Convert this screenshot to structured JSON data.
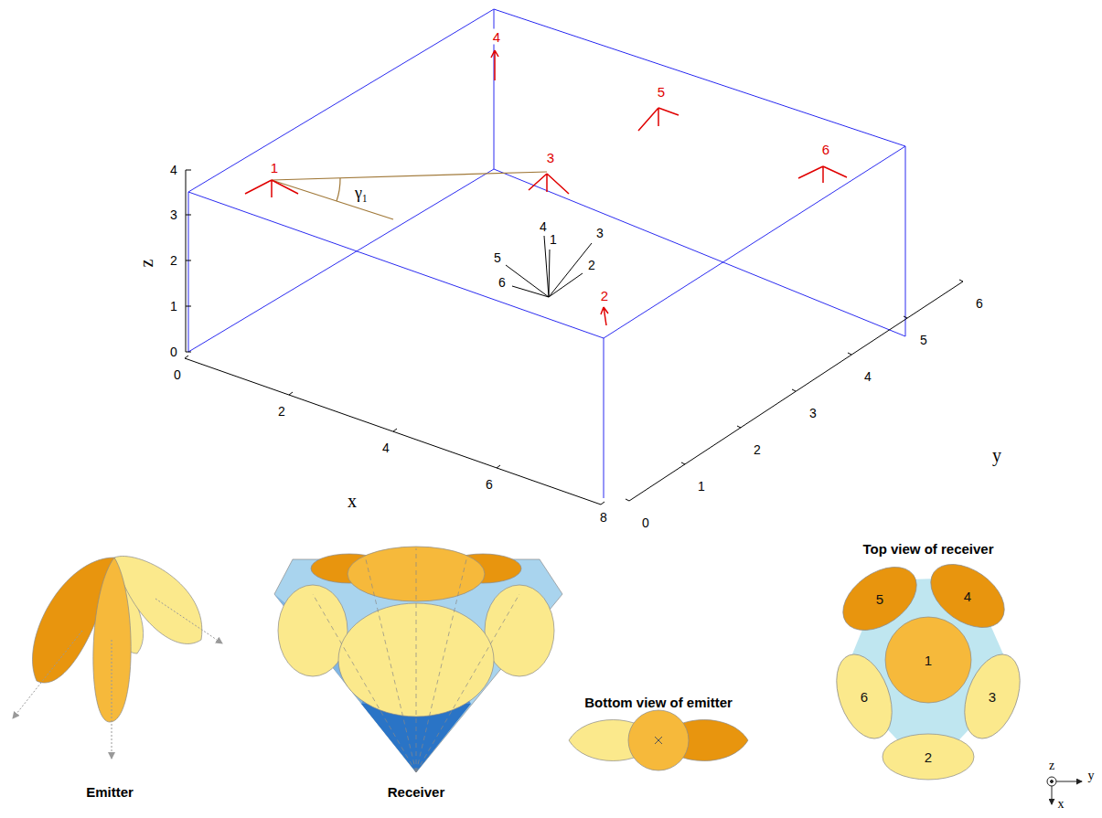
{
  "diagram": {
    "nodes": [
      {
        "text": [
          "5"
        ]
      },
      {
        "text": [
          "4"
        ]
      },
      {
        "text": [
          "1"
        ]
      },
      {
        "text": [
          "6"
        ]
      },
      {
        "text": [
          "3"
        ]
      },
      {
        "text": [
          "2"
        ]
      }
    ],
    "labels": [
      "0",
      "1",
      "2",
      "3",
      "4",
      "z",
      "0",
      "2",
      "4",
      "6",
      "8",
      "x",
      "0",
      "1",
      "2",
      "3",
      "4",
      "5",
      "6",
      "y",
      "4",
      "5",
      "6",
      "1",
      "3",
      "2",
      "γ₁",
      "4",
      "1",
      "3",
      "5",
      "2",
      "6",
      "Emitter",
      "Receiver",
      "Bottom view of emitter",
      "Top view of receiver",
      "z",
      "y",
      "x"
    ]
  }
}
